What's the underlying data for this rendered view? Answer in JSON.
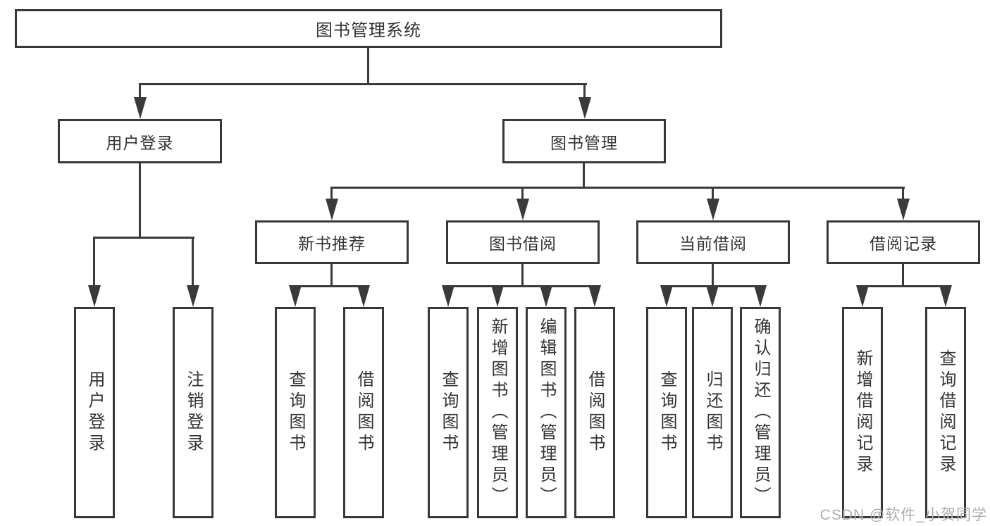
{
  "style": {
    "line_color": "#3a3a3a",
    "box_border_color": "#383838",
    "text_color": "#333333",
    "watermark_color": "#aeaeae"
  },
  "watermark": "CSDN @软件_小贺同学",
  "tree": {
    "label": "图书管理系统",
    "children": [
      {
        "label": "用户登录",
        "children": [
          {
            "label": "用户登录"
          },
          {
            "label": "注销登录"
          }
        ]
      },
      {
        "label": "图书管理",
        "children": [
          {
            "label": "新书推荐",
            "children": [
              {
                "label": "查询图书"
              },
              {
                "label": "借阅图书"
              }
            ]
          },
          {
            "label": "图书借阅",
            "children": [
              {
                "label": "查询图书"
              },
              {
                "label": "新增图书（管理员）"
              },
              {
                "label": "编辑图书（管理员）"
              },
              {
                "label": "借阅图书"
              }
            ]
          },
          {
            "label": "当前借阅",
            "children": [
              {
                "label": "查询图书"
              },
              {
                "label": "归还图书"
              },
              {
                "label": "确认归还（管理员）"
              }
            ]
          },
          {
            "label": "借阅记录",
            "children": [
              {
                "label": "新增借阅记录"
              },
              {
                "label": "查询借阅记录"
              }
            ]
          }
        ]
      }
    ]
  }
}
